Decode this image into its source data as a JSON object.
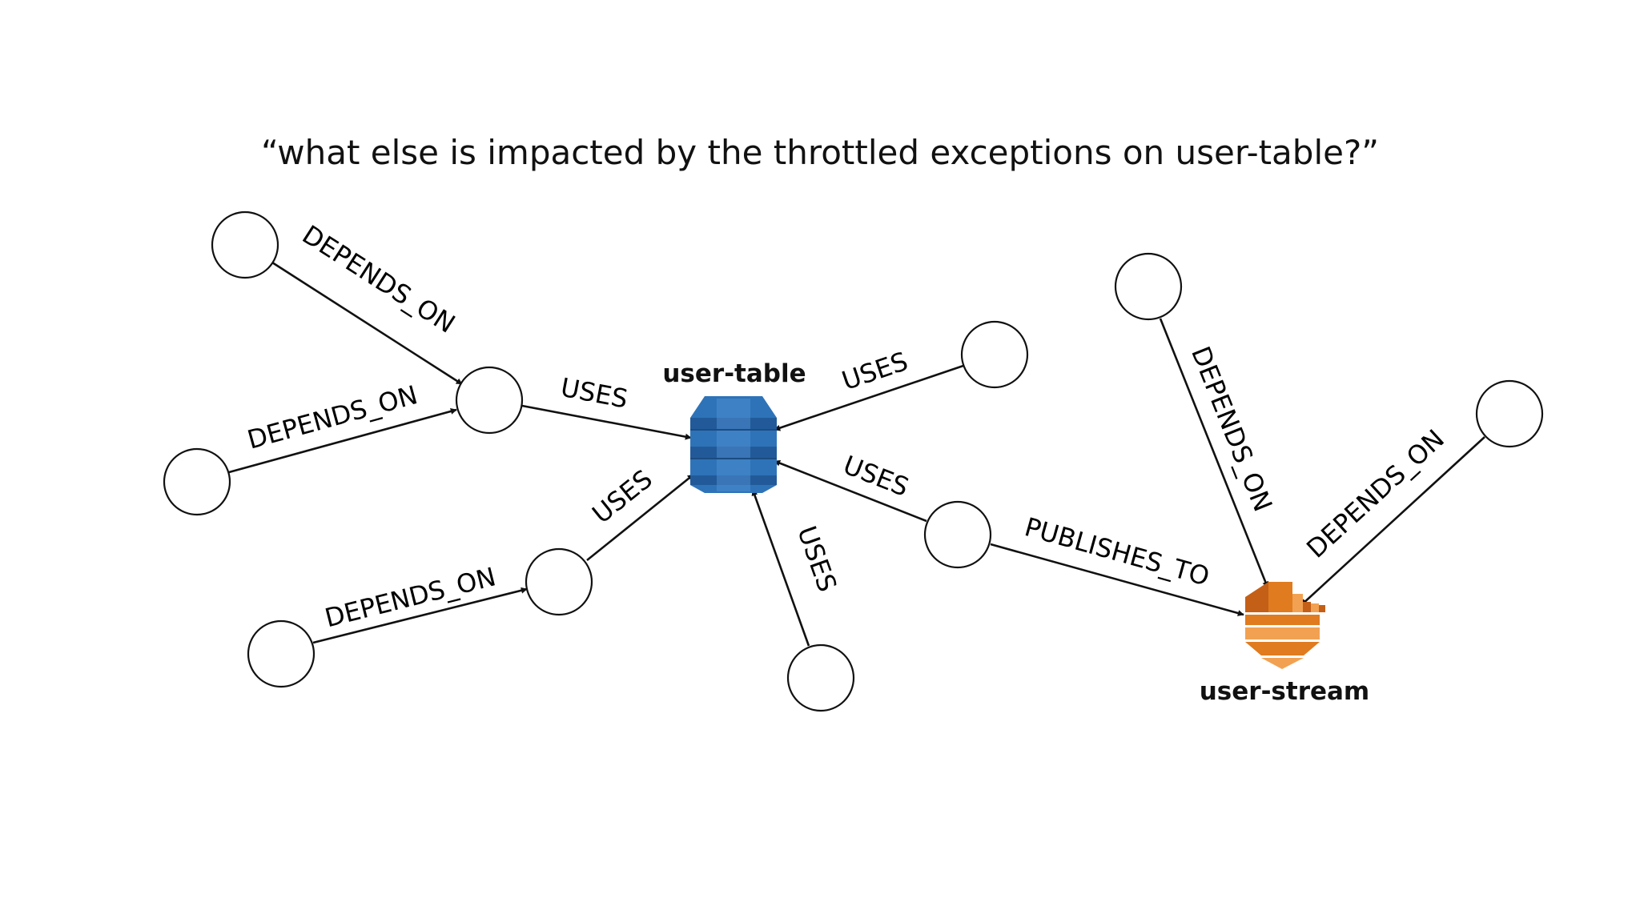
{
  "question": "“what else is impacted by the throttled exceptions on user-table?”",
  "resources": {
    "table": {
      "label": "user-table",
      "icon": "dynamodb-table-icon",
      "color": "#2E73B8"
    },
    "stream": {
      "label": "user-stream",
      "icon": "kinesis-stream-icon",
      "color": "#E07B1F"
    }
  },
  "edges": [
    {
      "id": "e1",
      "label": "DEPENDS_ON"
    },
    {
      "id": "e2",
      "label": "DEPENDS_ON"
    },
    {
      "id": "e3",
      "label": "USES"
    },
    {
      "id": "e4",
      "label": "DEPENDS_ON"
    },
    {
      "id": "e5",
      "label": "USES"
    },
    {
      "id": "e6",
      "label": "USES"
    },
    {
      "id": "e7",
      "label": "USES"
    },
    {
      "id": "e8",
      "label": "USES"
    },
    {
      "id": "e9",
      "label": "PUBLISHES_TO"
    },
    {
      "id": "e10",
      "label": "DEPENDS_ON"
    },
    {
      "id": "e11",
      "label": "DEPENDS_ON"
    }
  ]
}
